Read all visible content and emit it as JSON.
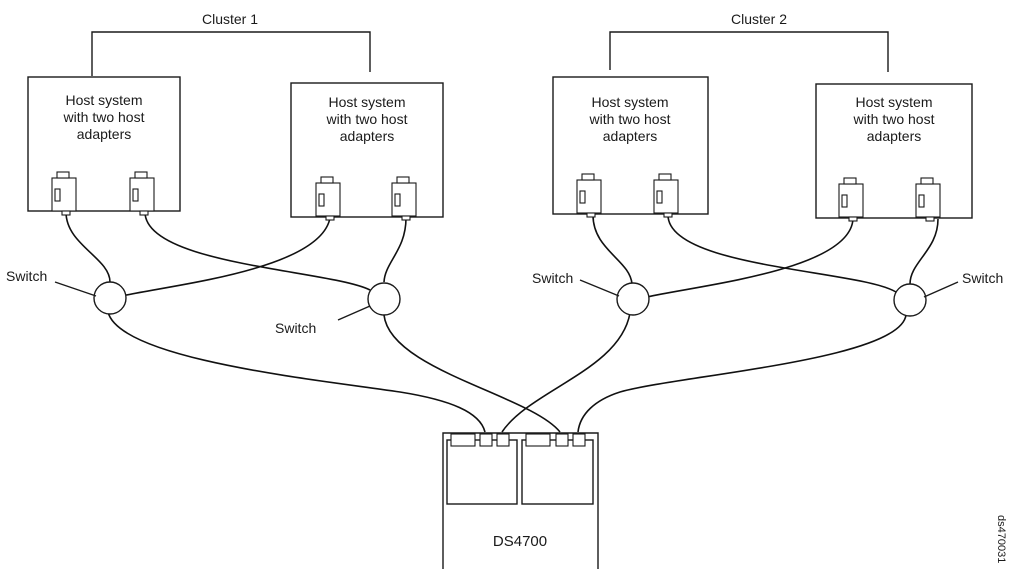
{
  "clusters": [
    {
      "label": "Cluster 1"
    },
    {
      "label": "Cluster 2"
    }
  ],
  "hosts": [
    {
      "lines": [
        "Host system",
        "with two host",
        "adapters"
      ]
    },
    {
      "lines": [
        "Host system",
        "with two host",
        "adapters"
      ]
    },
    {
      "lines": [
        "Host system",
        "with two host",
        "adapters"
      ]
    },
    {
      "lines": [
        "Host system",
        "with two host",
        "adapters"
      ]
    }
  ],
  "switches": [
    {
      "label": "Switch"
    },
    {
      "label": "Switch"
    },
    {
      "label": "Switch"
    },
    {
      "label": "Switch"
    }
  ],
  "storage": {
    "label": "DS4700"
  },
  "figure_id": "ds470031"
}
